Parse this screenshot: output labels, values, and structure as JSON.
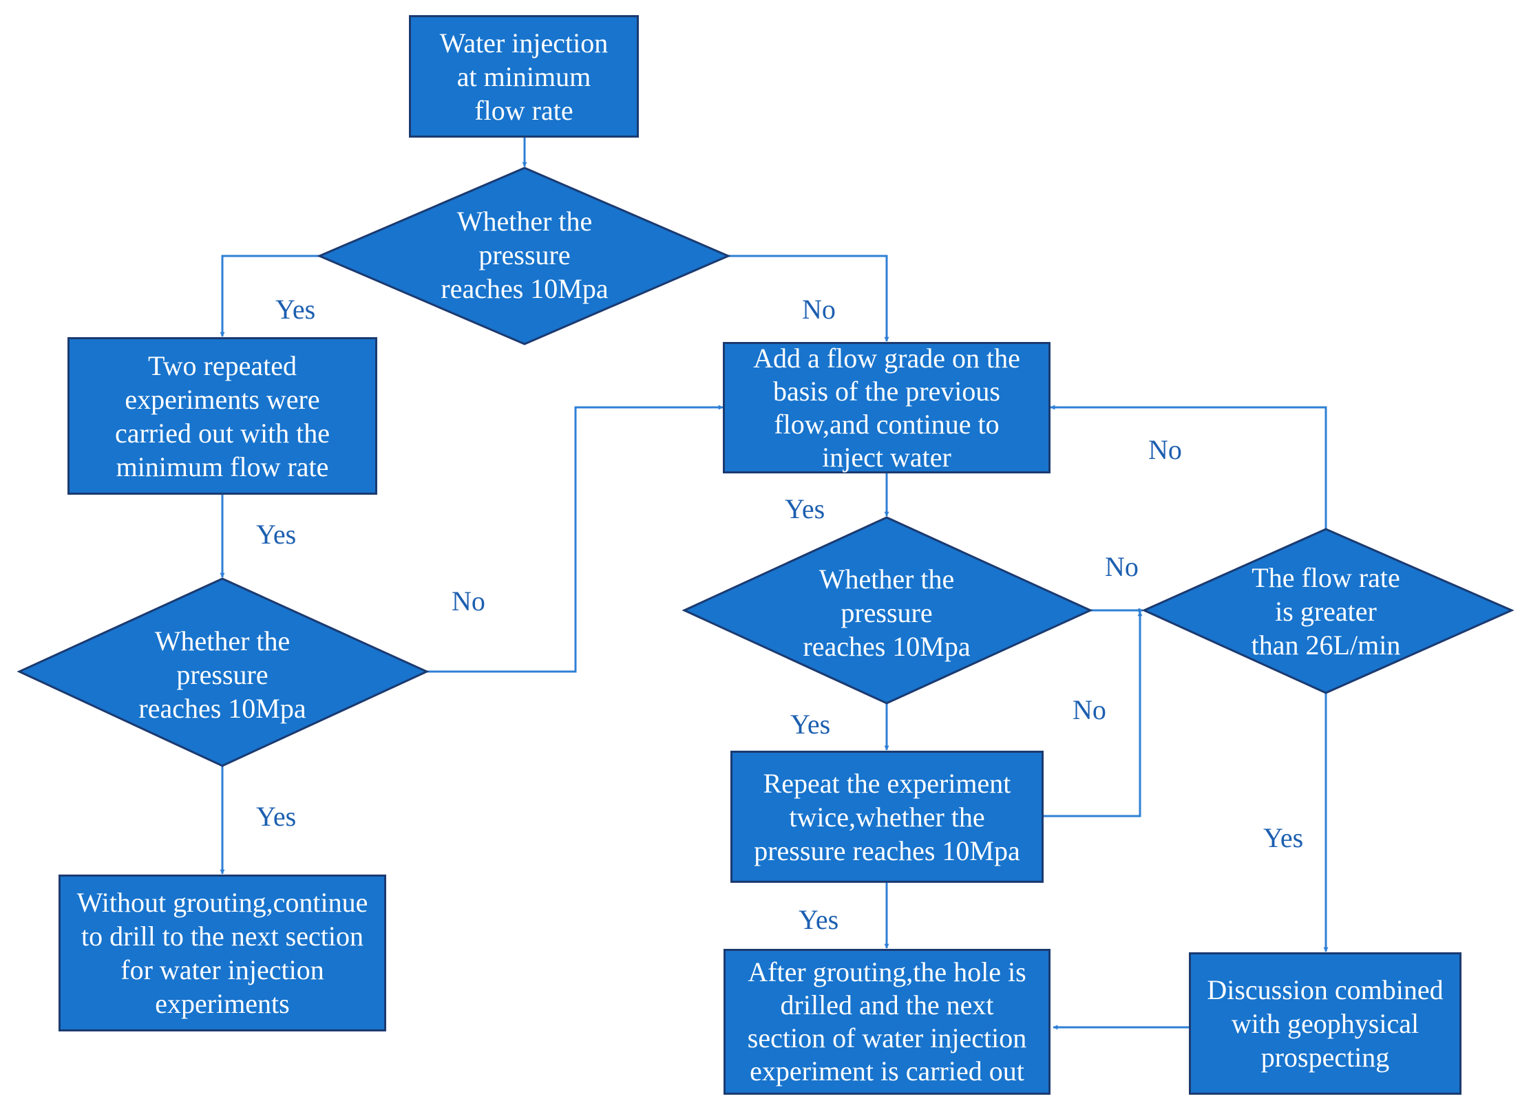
{
  "colors": {
    "fill": "#1874cd",
    "border": "#1b3a70",
    "connector": "#2f7fd6",
    "label": "#1c5fb0",
    "text": "#ffffff"
  },
  "nodes": {
    "start": [
      "Water injection",
      "at minimum",
      "flow rate"
    ],
    "decision_1": [
      "Whether the",
      "pressure",
      "reaches 10Mpa"
    ],
    "repeat_min": [
      "Two repeated",
      "experiments were",
      "carried out with the",
      "minimum flow rate"
    ],
    "decision_2": [
      "Whether the",
      "pressure",
      "reaches 10Mpa"
    ],
    "no_grouting": [
      "Without grouting,continue",
      "to drill to the next section",
      "for water injection",
      "experiments"
    ],
    "add_grade": [
      "Add a flow grade on the",
      "basis of the previous",
      "flow,and continue to",
      "inject water"
    ],
    "decision_3": [
      "Whether the",
      "pressure",
      "reaches 10Mpa"
    ],
    "flow_check": [
      "The flow rate",
      "is greater",
      "than 26L/min"
    ],
    "repeat_twice": [
      "Repeat the experiment",
      "twice,whether the",
      "pressure reaches 10Mpa"
    ],
    "after_grouting": [
      "After grouting,the hole is",
      "drilled and the next",
      "section of water injection",
      "experiment is carried out"
    ],
    "geophysical": [
      "Discussion combined",
      "with geophysical",
      "prospecting"
    ]
  },
  "labels": {
    "d1_yes": "Yes",
    "d1_no": "No",
    "repeat_yes": "Yes",
    "d2_no": "No",
    "d2_yes": "Yes",
    "add_yes": "Yes",
    "flow_no_up": "No",
    "d3_no": "No",
    "d3_yes": "Yes",
    "twice_no": "No",
    "twice_yes": "Yes",
    "flow_yes": "Yes"
  }
}
